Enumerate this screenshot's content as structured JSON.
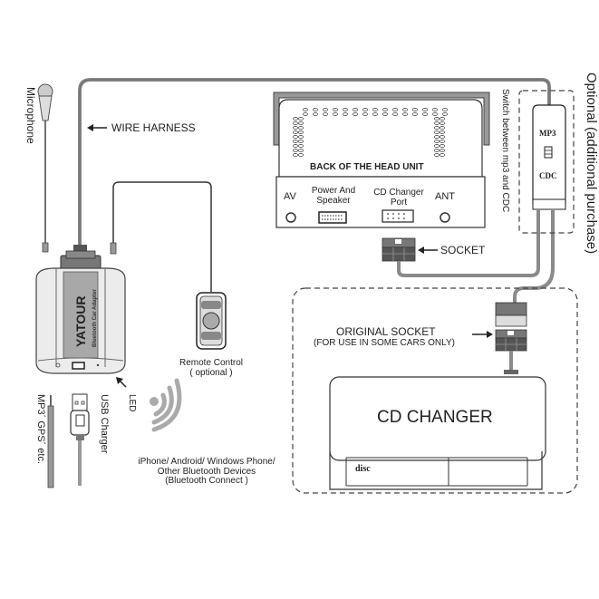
{
  "labels": {
    "microphone": "Microphone",
    "wire_harness": "WIRE HARNESS",
    "head_unit_title": "BACK OF THE HEAD UNIT",
    "av": "AV",
    "power_speaker_line1": "Power And",
    "power_speaker_line2": "Speaker",
    "cd_port_line1": "CD Changer",
    "cd_port_line2": "Port",
    "ant": "ANT",
    "socket": "SOCKET",
    "switch_caption": "Switch between mp3 and CDC",
    "switch_top": "MP3",
    "switch_bottom": "CDC",
    "optional_caption": "Optional (additional purchase)",
    "original_socket": "ORIGINAL SOCKET",
    "original_socket_note": "(FOR USE IN SOME CARS ONLY)",
    "cd_changer": "CD CHANGER",
    "disc_logo": "disc",
    "remote_line1": "Remote Control",
    "remote_line2": "( optional )",
    "led": "LED",
    "usb_charger": "USB Charger",
    "aux_devices": "MP3´ GPS´ etc.",
    "bt_line1": "iPhone/ Android/ Windows Phone/",
    "bt_line2": "Other Bluetooth Devices",
    "bt_line3": "(Bluetooth Connect )",
    "brand": "YATOUR",
    "brand_sub": "Bluetooth Car Adapter"
  },
  "icons": {
    "microphone": "microphone-icon",
    "wireless": "wireless-signal-icon",
    "remote": "remote-control-icon",
    "usb_plug": "usb-plug-icon",
    "aux_plug": "aux-jack-icon"
  },
  "colors": {
    "line": "#222222",
    "cable": "#8a8a8a",
    "device_fill": "#e6e6e6",
    "stripe": "#a8a8a8",
    "dark": "#555555"
  }
}
